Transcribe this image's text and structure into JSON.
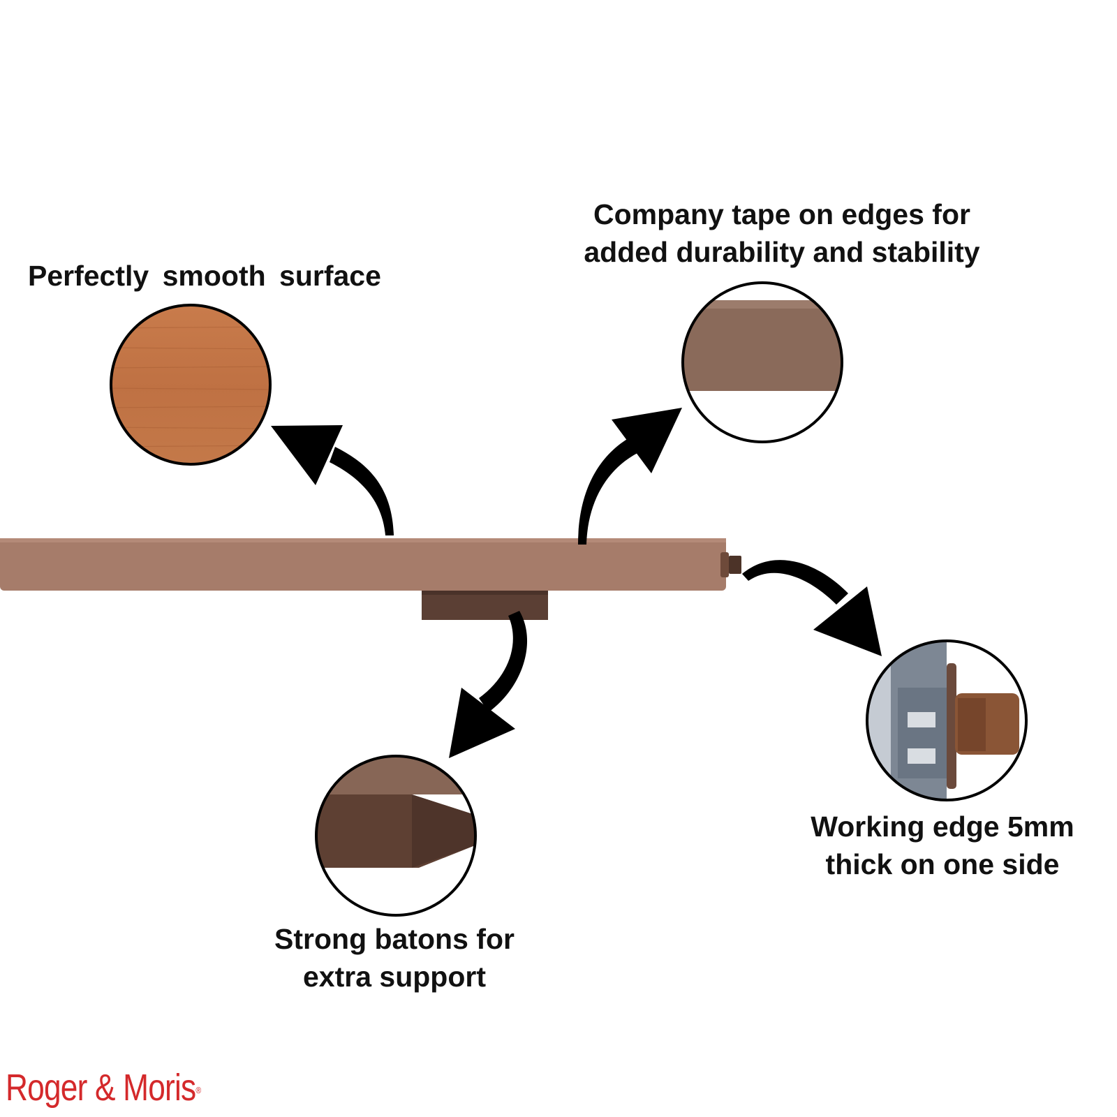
{
  "callouts": {
    "surface": {
      "lines": [
        "Perfectly smooth surface"
      ]
    },
    "tape": {
      "lines": [
        "Company tape on edges for",
        "added durability and stability"
      ]
    },
    "batons": {
      "lines": [
        "Strong batons for",
        "extra support"
      ]
    },
    "edge": {
      "lines": [
        "Working edge 5mm",
        "thick on one side"
      ]
    }
  },
  "brand": {
    "name": "Roger & Moris",
    "mark": "®"
  },
  "colors": {
    "board": "#a67c6a",
    "baton": "#5b3f34",
    "wood_grain": "#c47748",
    "tape": "#8a6a5a",
    "arrow": "#000000",
    "brand": "#d4292b"
  }
}
